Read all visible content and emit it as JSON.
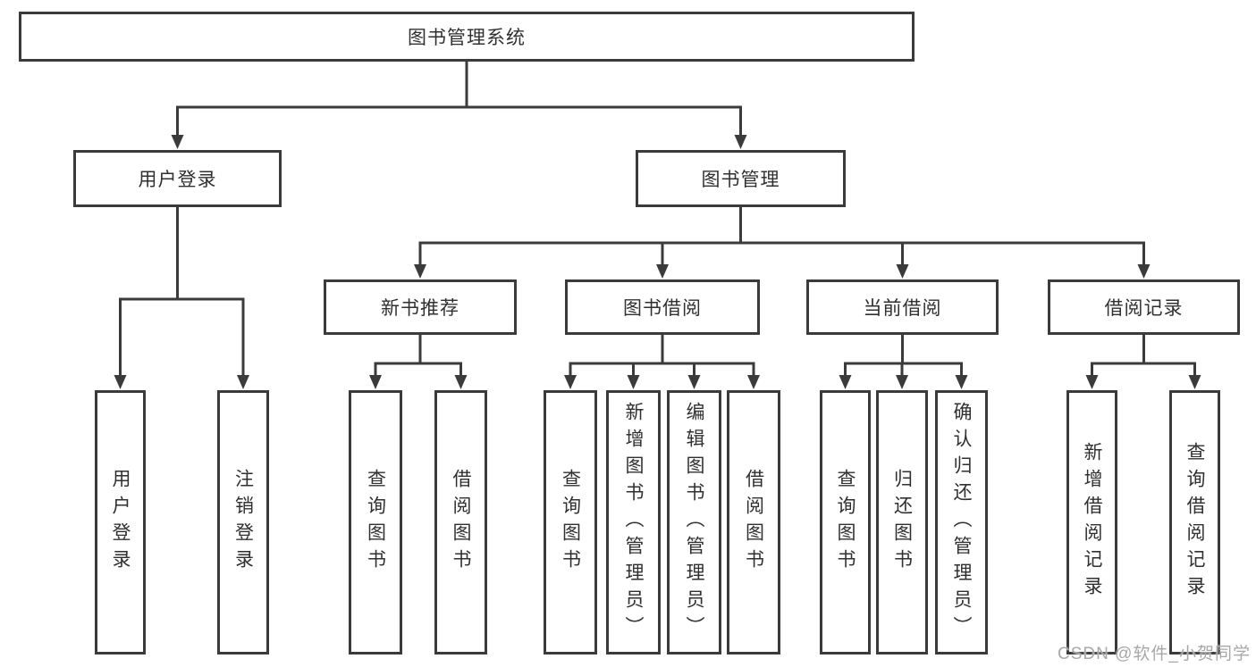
{
  "diagram": {
    "type": "hierarchy-tree",
    "tree": {
      "root": {
        "label": "图书管理系统",
        "children": [
          {
            "label": "用户登录",
            "children": [
              {
                "label": "用户登录"
              },
              {
                "label": "注销登录"
              }
            ]
          },
          {
            "label": "图书管理",
            "children": [
              {
                "label": "新书推荐",
                "children": [
                  {
                    "label": "查询图书"
                  },
                  {
                    "label": "借阅图书"
                  }
                ]
              },
              {
                "label": "图书借阅",
                "children": [
                  {
                    "label": "查询图书"
                  },
                  {
                    "label": "新增图书（管理员）"
                  },
                  {
                    "label": "编辑图书（管理员）"
                  },
                  {
                    "label": "借阅图书"
                  }
                ]
              },
              {
                "label": "当前借阅",
                "children": [
                  {
                    "label": "查询图书"
                  },
                  {
                    "label": "归还图书"
                  },
                  {
                    "label": "确认归还（管理员）"
                  }
                ]
              },
              {
                "label": "借阅记录",
                "children": [
                  {
                    "label": "新增借阅记录"
                  },
                  {
                    "label": "查询借阅记录"
                  }
                ]
              }
            ]
          }
        ]
      }
    }
  },
  "watermark": {
    "text": "CSDN @软件_小贺同学"
  },
  "colors": {
    "line": "#3b3b3b",
    "text": "#303030",
    "watermark": "#a8a8a8",
    "background": "#ffffff"
  }
}
